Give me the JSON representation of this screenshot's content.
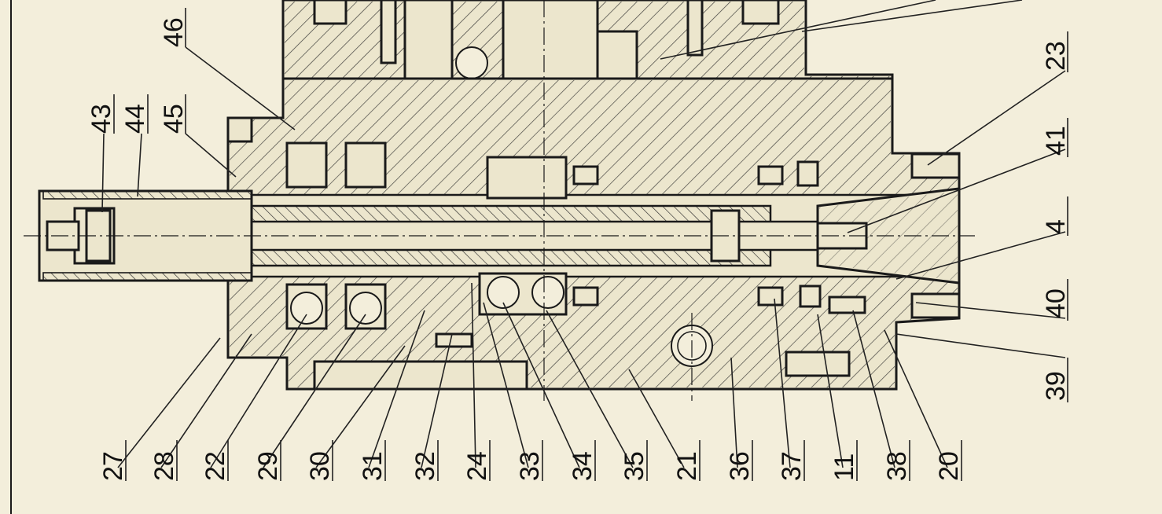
{
  "drawing": {
    "background_color": "#f3eedb",
    "line_color": "#1a1a1a",
    "labels": {
      "bottom": [
        "27",
        "28",
        "22",
        "29",
        "30",
        "31",
        "32",
        "24",
        "33",
        "34",
        "35",
        "21",
        "36",
        "37",
        "11",
        "38",
        "20"
      ],
      "top_left": [
        "46",
        "43",
        "44",
        "45"
      ],
      "right": [
        "23",
        "41",
        "4",
        "40",
        "39"
      ]
    }
  }
}
